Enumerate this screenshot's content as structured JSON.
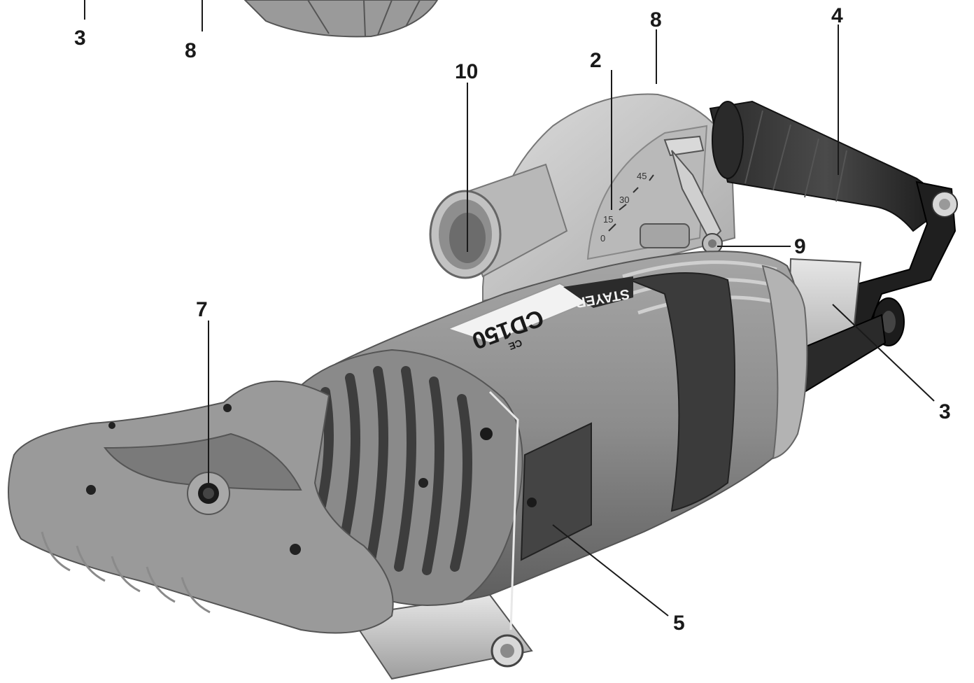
{
  "figure": {
    "product_label": {
      "model": "CD150",
      "brand": "STAYER",
      "mark": "CE"
    },
    "callouts": [
      {
        "id": "callout-3-top",
        "label": "3"
      },
      {
        "id": "callout-8-top",
        "label": "8"
      },
      {
        "id": "callout-8-guard",
        "label": "8"
      },
      {
        "id": "callout-4",
        "label": "4"
      },
      {
        "id": "callout-10",
        "label": "10"
      },
      {
        "id": "callout-2",
        "label": "2"
      },
      {
        "id": "callout-9",
        "label": "9"
      },
      {
        "id": "callout-7",
        "label": "7"
      },
      {
        "id": "callout-3-right",
        "label": "3"
      },
      {
        "id": "callout-5",
        "label": "5"
      }
    ],
    "scale_marks": [
      "0",
      "15",
      "30",
      "45"
    ]
  },
  "colors": {
    "body_gray": "#8e8e8e",
    "body_dark": "#5f5f5f",
    "band_dark": "#3d3d3d",
    "guard_silver": "#c9c9c9",
    "handle_black": "#1e1e1e",
    "label_white": "#f2f2f2"
  }
}
